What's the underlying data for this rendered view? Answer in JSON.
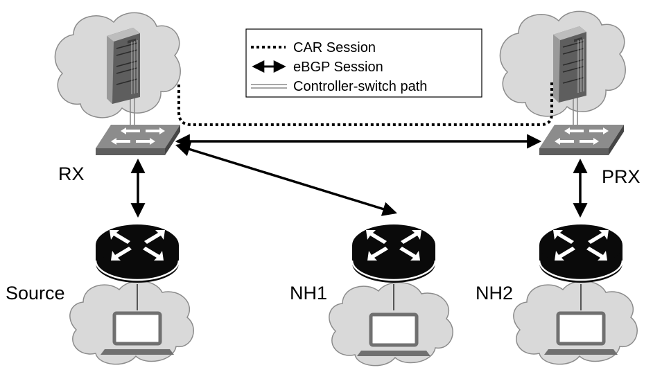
{
  "legend": {
    "car_session": "CAR Session",
    "ebgp_session": "eBGP Session",
    "controller_switch_path": "Controller-switch path"
  },
  "labels": {
    "rx": "RX",
    "prx": "PRX",
    "source": "Source",
    "nh1": "NH1",
    "nh2": "NH2"
  },
  "icons": {
    "server": "server-icon",
    "switch": "switch-icon",
    "router": "router-icon",
    "cloud": "cloud-icon",
    "laptop": "laptop-icon"
  },
  "colors": {
    "cloud_fill": "#d9d9d9",
    "cloud_stroke": "#8c8c8c",
    "router_fill": "#0a0a0a",
    "switch_fill": "#8a8a8a",
    "server_fill": "#6f6f6f",
    "laptop_stroke": "#707070",
    "link": "#000000"
  }
}
